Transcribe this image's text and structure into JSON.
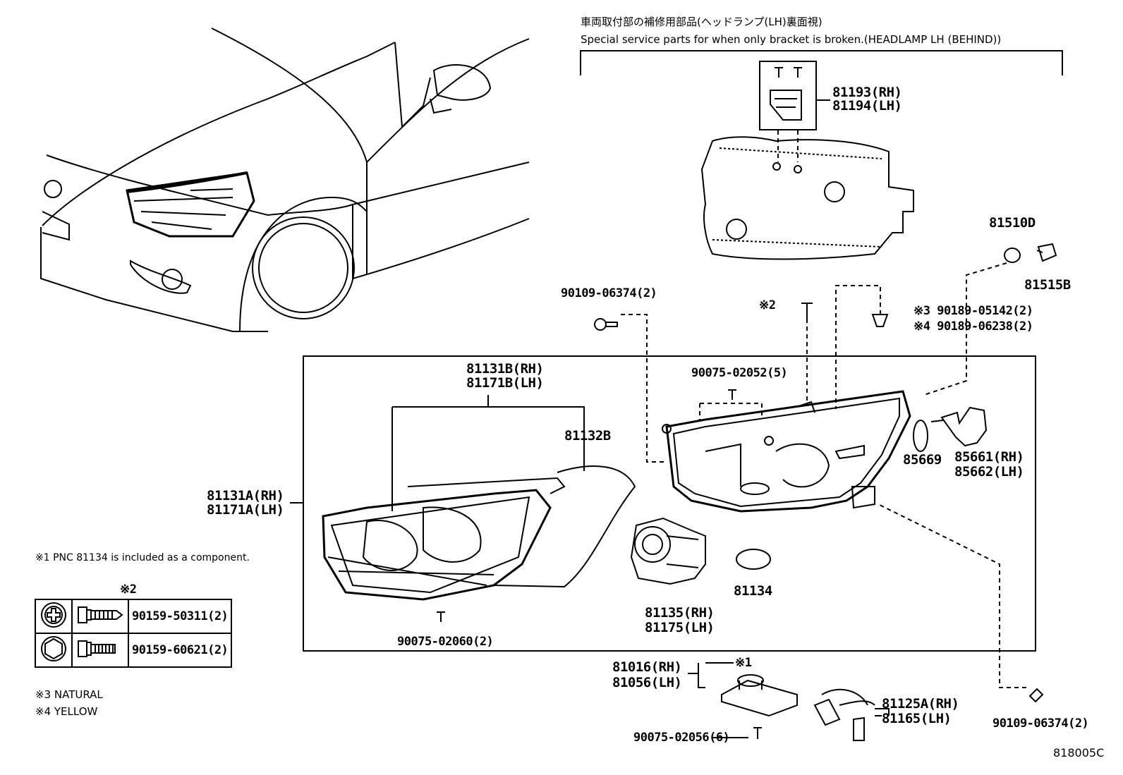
{
  "header": {
    "title_jp": "車両取付部の補修用部品(ヘッドランプ(LH)裏面視)",
    "title_en": "Special service parts for when only bracket is broken.(HEADLAMP LH (BEHIND))"
  },
  "labels": {
    "p81193": "81193(RH)",
    "p81194": "81194(LH)",
    "p81510d": "81510D",
    "p81515b": "81515B",
    "p90109_top": "90109-06374(2)",
    "mark2": "※2",
    "p90189_a": "※3 90189-05142(2)",
    "p90189_b": "※4 90189-06238(2)",
    "p81131b": "81131B(RH)",
    "p81171b": "81171B(LH)",
    "p90075_02052": "90075-02052(5)",
    "p81132b": "81132B",
    "p85669": "85669",
    "p85661": "85661(RH)",
    "p85662": "85662(LH)",
    "p81131a": "81131A(RH)",
    "p81171a": "81171A(LH)",
    "p81135": "81135(RH)",
    "p81175": "81175(LH)",
    "p81134": "81134",
    "p90075_02060": "90075-02060(2)",
    "p81016": "81016(RH)",
    "p81056": "81056(LH)",
    "mark1": "※1",
    "p81125a": "81125A(RH)",
    "p81165": "81165(LH)",
    "p90075_02056": "90075-02056(6)",
    "p90109_bottom": "90109-06374(2)",
    "diagram_code": "818005C"
  },
  "notes": {
    "note1": "※1 PNC 81134 is included as a component.",
    "note3": "※3  NATURAL",
    "note4": "※4  YELLOW"
  },
  "fastener_table": {
    "header": "※2",
    "rows": [
      {
        "part_no": "90159-50311(2)",
        "icon": "phillips-screw-icon"
      },
      {
        "part_no": "90159-60621(2)",
        "icon": "hex-bolt-icon"
      }
    ]
  }
}
